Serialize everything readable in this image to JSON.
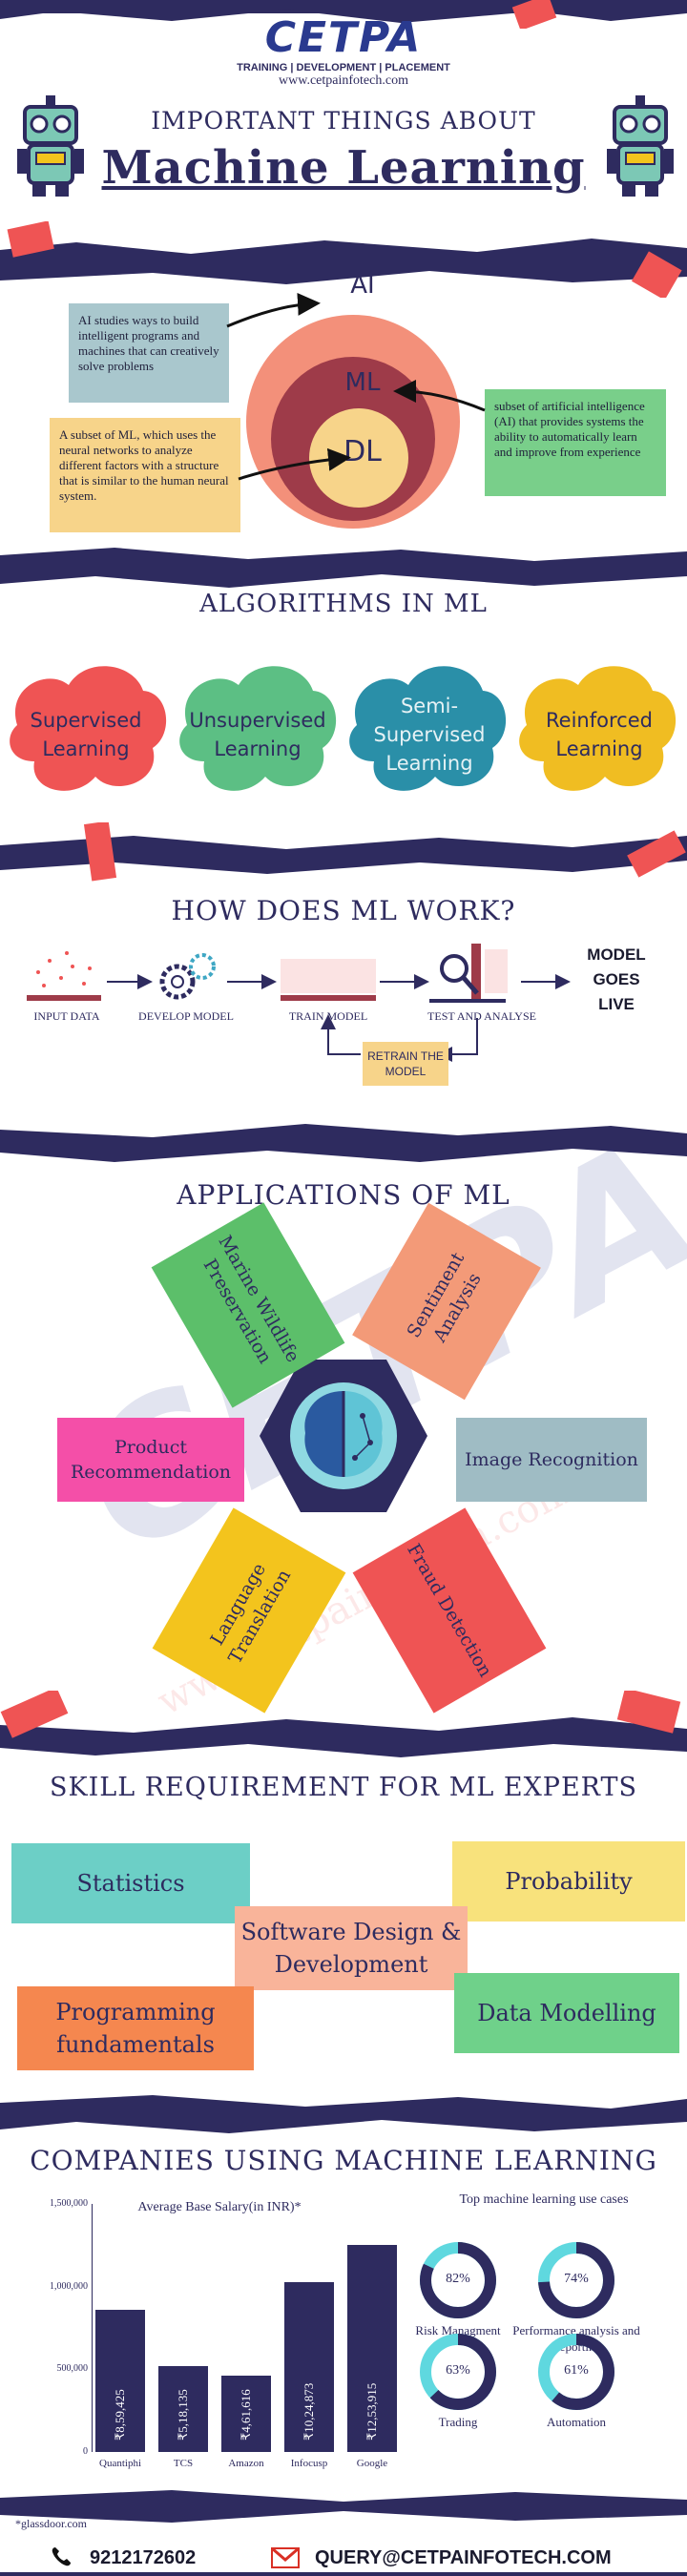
{
  "header": {
    "brand": "CETPA",
    "tagline": "TRAINING | DEVELOPMENT | PLACEMENT",
    "url": "www.cetpainfotech.com",
    "title_line1": "IMPORTANT THINGS ABOUT",
    "title_line2": "Machine Learning"
  },
  "ai_section": {
    "ai_desc": "AI studies ways to build intelligent programs and machines that can creatively solve problems",
    "dl_desc": "A subset of ML, which uses the neural networks to analyze different factors with a structure that is similar to the human neural system.",
    "ml_desc": "subset of artificial intelligence (AI) that provides systems the ability to automatically learn and improve from experience",
    "circle_ai": "AI",
    "circle_ml": "ML",
    "circle_dl": "DL"
  },
  "algorithms": {
    "title": "ALGORITHMS IN ML",
    "items": [
      {
        "label": "Supervised Learning",
        "color": "#ef5454"
      },
      {
        "label": "Unsupervised Learning",
        "color": "#5cbf84"
      },
      {
        "label": "Semi-Supervised Learning",
        "color": "#2a8fa8"
      },
      {
        "label": "Reinforced Learning",
        "color": "#f0bd22"
      }
    ]
  },
  "how": {
    "title": "HOW DOES ML WORK?",
    "steps": [
      "INPUT DATA",
      "DEVELOP MODEL",
      "TRAIN MODEL",
      "TEST AND ANALYSE"
    ],
    "final": "MODEL GOES LIVE",
    "retrain": "RETRAIN THE MODEL"
  },
  "applications": {
    "title": "APPLICATIONS OF ML",
    "items": [
      {
        "label": "Marine Wildlife Preservation",
        "color": "#5cbf6a"
      },
      {
        "label": "Sentiment Analysis",
        "color": "#f39a78"
      },
      {
        "label": "Product Recommendation",
        "color": "#f44fa8"
      },
      {
        "label": "Image Recognition",
        "color": "#9fbcc4"
      },
      {
        "label": "Language Translation",
        "color": "#f3c41d"
      },
      {
        "label": "Fraud Detection",
        "color": "#ef5454"
      }
    ]
  },
  "skills": {
    "title": "SKILL REQUIREMENT FOR ML EXPERTS",
    "items": [
      {
        "label": "Statistics",
        "color": "#6ccfc6"
      },
      {
        "label": "Probability",
        "color": "#f8e27c"
      },
      {
        "label": "Software Design & Development",
        "color": "#f9b49a"
      },
      {
        "label": "Programming fundamentals",
        "color": "#f5874f"
      },
      {
        "label": "Data Modelling",
        "color": "#6fd18a"
      }
    ]
  },
  "companies": {
    "title": "COMPANIES USING MACHINE LEARNING",
    "chart_title": "Average Base Salary(in INR)*",
    "source_note": "*glassdoor.com",
    "uses_title": "Top machine learning use cases"
  },
  "chart_data": {
    "type": "bar",
    "title": "Average Base Salary(in INR)*",
    "categories": [
      "Quantiphi",
      "TCS",
      "Amazon",
      "Infocusp",
      "Google"
    ],
    "values": [
      859425,
      518135,
      461616,
      1024873,
      1253915
    ],
    "value_labels": [
      "₹8,59,425",
      "₹5,18,135",
      "₹4,61,616",
      "₹10,24,873",
      "₹12,53,915"
    ],
    "ylim": [
      0,
      1500000
    ],
    "yticks": [
      0,
      500000,
      1000000,
      1500000
    ],
    "ytick_labels": [
      "0",
      "500,000",
      "1,000,000",
      "1,500,000"
    ],
    "grid": false
  },
  "use_cases": [
    {
      "label": "Risk Managment",
      "percent": 82,
      "percent_label": "82%"
    },
    {
      "label": "Performance analysis and Reporting",
      "percent": 74,
      "percent_label": "74%"
    },
    {
      "label": "Trading",
      "percent": 63,
      "percent_label": "63%"
    },
    {
      "label": "Automation",
      "percent": 61,
      "percent_label": "61%"
    }
  ],
  "footer": {
    "phone": "9212172602",
    "email": "QUERY@CETPAINFOTECH.COM"
  },
  "colors": {
    "navy": "#2e2b5f",
    "cyan": "#5fd8df",
    "red": "#ef5454"
  }
}
